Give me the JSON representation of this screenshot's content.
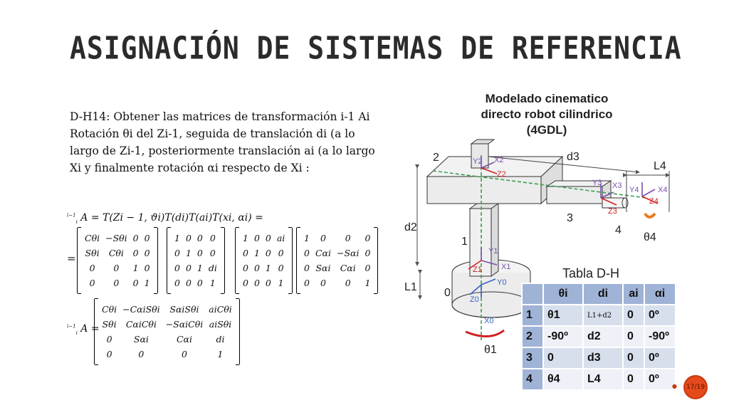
{
  "slide": {
    "title": "ASIGNACIÓN DE SISTEMAS DE REFERENCIA",
    "body_lines": [
      "D-H14: Obtener las matrices de transformación i-1 Ai",
      "Rotación θi del Zi-1, seguida de translación di (a lo",
      "largo de Zi-1, posteriormente translación ai (a lo largo",
      "Xi y finalmente rotación  αi respecto de Xi :"
    ],
    "page": "17/19"
  },
  "equation1": {
    "head": "A = T(Zi − 1, ϑi)T(di)T(ai)T(xi, αi) =",
    "head_sup": "i−1",
    "head_sub": "i",
    "equals": "=",
    "m1": [
      [
        "Cθi",
        "−Sθi",
        "0",
        "0"
      ],
      [
        "Sθi",
        "Cθi",
        "0",
        "0"
      ],
      [
        "0",
        "0",
        "1",
        "0"
      ],
      [
        "0",
        "0",
        "0",
        "1"
      ]
    ],
    "m2": [
      [
        "1",
        "0",
        "0",
        "0"
      ],
      [
        "0",
        "1",
        "0",
        "0"
      ],
      [
        "0",
        "0",
        "1",
        "di"
      ],
      [
        "0",
        "0",
        "0",
        "1"
      ]
    ],
    "m3": [
      [
        "1",
        "0",
        "0",
        "ai"
      ],
      [
        "0",
        "1",
        "0",
        "0"
      ],
      [
        "0",
        "0",
        "1",
        "0"
      ],
      [
        "0",
        "0",
        "0",
        "1"
      ]
    ],
    "m4": [
      [
        "1",
        "0",
        "0",
        "0"
      ],
      [
        "0",
        "Cαi",
        "−Sαi",
        "0"
      ],
      [
        "0",
        "Sαi",
        "Cαi",
        "0"
      ],
      [
        "0",
        "0",
        "0",
        "1"
      ]
    ]
  },
  "equation2": {
    "head": "A =",
    "head_sup": "i−1",
    "head_sub": "i",
    "m": [
      [
        "Cθi",
        "−CαiSθi",
        "SαiSθi",
        "aiCθi"
      ],
      [
        "Sθi",
        "CαiCθi",
        "−SαiCθi",
        "aiSθi"
      ],
      [
        "0",
        "Sαi",
        "Cαi",
        "di"
      ],
      [
        "0",
        "0",
        "0",
        "1"
      ]
    ]
  },
  "diagram": {
    "title_lines": [
      "Modelado cinematico",
      "directo robot cilindrico",
      "(4GDL)"
    ],
    "labels": {
      "d3": "d3",
      "L4": "L4",
      "d2": "d2",
      "L1": "L1",
      "n2": "2",
      "n3": "3",
      "n4": "4",
      "n1": "1",
      "n0": "0",
      "theta4": "θ4",
      "theta1": "θ1",
      "z2": "Z2",
      "x2": "X2",
      "y2": "Y2",
      "y3": "Y3",
      "x3": "X3",
      "z3": "Z3",
      "y4": "Y4",
      "x4": "X4",
      "z4": "Z4",
      "z1": "Z1",
      "y1": "Y1",
      "x1": "X1",
      "z0": "Z0",
      "y0": "Y0",
      "x0": "X0"
    }
  },
  "dh_table": {
    "title": "Tabla D-H",
    "headers": [
      "",
      "θi",
      "di",
      "ai",
      "αi"
    ],
    "rows": [
      {
        "i": "1",
        "theta": "θ1",
        "d": "L1+d2",
        "a": "0",
        "alpha": "0º"
      },
      {
        "i": "2",
        "theta": "-90º",
        "d": "d2",
        "a": "0",
        "alpha": "-90º"
      },
      {
        "i": "3",
        "theta": "0",
        "d": "d3",
        "a": "0",
        "alpha": "0º"
      },
      {
        "i": "4",
        "theta": "θ4",
        "d": "L4",
        "a": "0",
        "alpha": "0º"
      }
    ]
  },
  "colors": {
    "table_header": "#9fb3d6",
    "table_odd": "#d7dfed",
    "table_even": "#eef1f7",
    "axis_purple": "#7b4fb0",
    "axis_red": "#d22020",
    "axis_blue": "#3a62c0",
    "axis_green": "#3aa050",
    "accent": "#e44a1b"
  }
}
